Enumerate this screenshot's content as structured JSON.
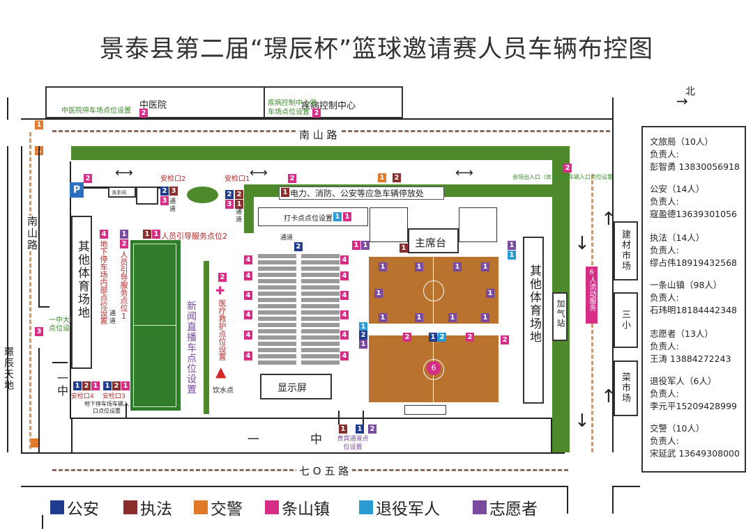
{
  "title": "景泰县第二届“璟辰杯”篮球邀请赛人员车辆布控图",
  "north": "北",
  "roads": {
    "nanshan": "南  山  路",
    "nanshan_v": "南山路",
    "qiwu": "七 O 五 路",
    "jingchen": "璟辰天地",
    "yizhong_left": "一中",
    "yizhong_bottom_a": "一",
    "yizhong_bottom_b": "中"
  },
  "buildings": {
    "tcm": "中医院",
    "tcm_parking": "中医院停车场点位设置",
    "cdc": "疾病控制中心",
    "cdc_parking": "疾病控制中心停车场点位设置",
    "building_market": "建材市场",
    "sanxiao": "三小",
    "veg_market": "菜市场",
    "gas": "加气站",
    "other_left": "其他体育场地",
    "other_right": "其他体育场地",
    "main_stage": "主席台",
    "screen": "显示屏",
    "washroom": "洗手间"
  },
  "labels": {
    "checkpoint1": "安检口1",
    "checkpoint2": "安检口2",
    "checkpoint3": "安检口3",
    "checkpoint4": "安检口4",
    "channel": "通道",
    "channel_b": "通道",
    "channel_c": "通道",
    "emergency": "电力、消防、公安等应急车辆停放处",
    "checkin": "打卡点点位设置",
    "guide2": "人员引导服务点位2",
    "guide1": "人员引导服务点位1",
    "underground": "地下停车场内部点位设置",
    "underground_entry": "地下停车场车辆入口点位设置",
    "news": "新闻直播车点位设置",
    "medical": "医疗救护点位设置",
    "water": "饮水点",
    "vip": "贵宾通道点位设置",
    "exit": "会场出入口（体育公园车辆入口点位设置",
    "mobile": "6人流动服务",
    "yizhong_gate": "一中大门口点位设置",
    "parking_sign": "P"
  },
  "legend": [
    {
      "label": "公安",
      "color": "#1f3c8f"
    },
    {
      "label": "执法",
      "color": "#8b2d2d"
    },
    {
      "label": "交警",
      "color": "#e07a2a"
    },
    {
      "label": "条山镇",
      "color": "#d62e87"
    },
    {
      "label": "退役军人",
      "color": "#2a9ad3"
    },
    {
      "label": "志愿者",
      "color": "#7a4a9e"
    }
  ],
  "staff": [
    {
      "unit": "文旅局（10人）",
      "role": "负责人:",
      "person": "彭智勇  13830056918"
    },
    {
      "unit": "公安（14人）",
      "role": "负责人:",
      "person": "寇盈德13639301056"
    },
    {
      "unit": "执法（14人）",
      "role": "负责人:",
      "person": "缪占伟18919432568"
    },
    {
      "unit": "一条山镇（98人）",
      "role": "负责人:",
      "person": "石玮明18184442348"
    },
    {
      "unit": "志愿者（13人）",
      "role": "负责人:",
      "person": "王涛  13884272243"
    },
    {
      "unit": "退役军人（6人）",
      "role": "负责人:",
      "person": "李元平15209428999"
    },
    {
      "unit": "交警（10人）",
      "role": "负责人:",
      "person": "宋延武  13649308000"
    }
  ]
}
